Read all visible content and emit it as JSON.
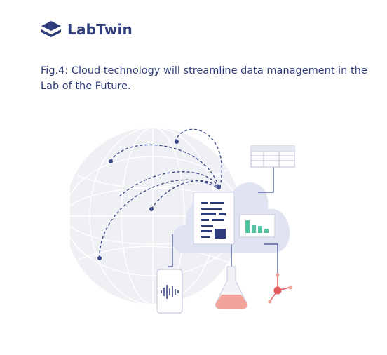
{
  "brand": {
    "name": "LabTwin",
    "logo_icon": "labtwin-logo-icon"
  },
  "caption": "Fig.4: Cloud technology will streamline data management in the Lab of the Future.",
  "colors": {
    "brand": "#2f3d7a",
    "globe": "#eceef2",
    "cloud": "#dfe3f2",
    "dashed_link": "#3d4a8a",
    "chart_bars": "#54c3a3",
    "flask_liquid": "#f4a39b",
    "molecule": "#e05a5a"
  },
  "illustration": {
    "items": [
      "globe",
      "cloud",
      "document-icon",
      "spreadsheet-icon",
      "bar-chart-icon",
      "phone-icon",
      "audio-wave-icon",
      "flask-icon",
      "molecule-icon"
    ]
  }
}
